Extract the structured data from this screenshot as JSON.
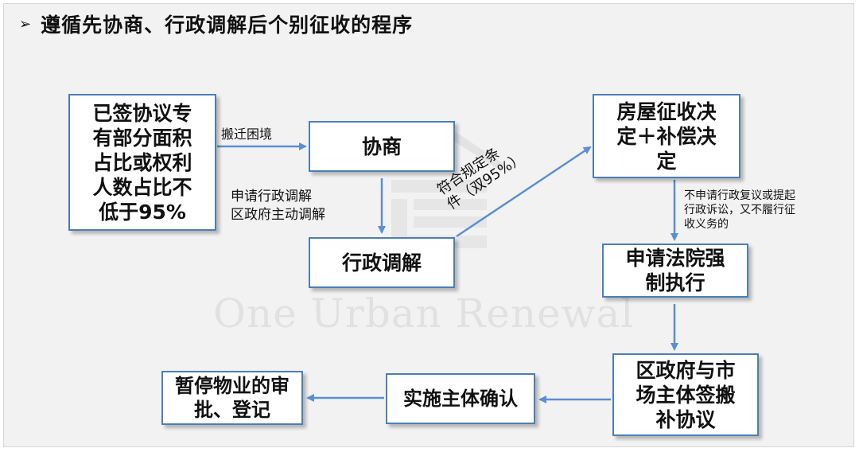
{
  "title": {
    "bullet": "➢",
    "text": "遵循先协商、行政调解后个别征收的程序"
  },
  "watermark": {
    "text": "One Urban Renewal"
  },
  "boxes": {
    "precondition": [
      "已签协议专",
      "有部分面积",
      "占比或权利",
      "人数占比不",
      "低于95%"
    ],
    "negotiation": "协商",
    "admin_mediation": "行政调解",
    "decision": [
      "房屋征收决",
      "定＋补偿决",
      "定"
    ],
    "court": [
      "申请法院强",
      "制执行"
    ],
    "district_agreement": [
      "区政府与市",
      "场主体签搬",
      "补协议"
    ],
    "implementer_confirm": "实施主体确认",
    "suspend": [
      "暂停物业的审",
      "批、登记"
    ]
  },
  "labels": {
    "relocation_difficulty": "搬迁困境",
    "apply_mediation": [
      "申请行政调解",
      "区政府主动调解"
    ],
    "meets_conditions": [
      "符合规定条",
      "件（双95%）"
    ],
    "no_review": [
      "不申请行政复议或提起",
      "行政诉讼，又不履行征",
      "收义务的"
    ]
  },
  "colors": {
    "box_border": "#4a7ebb",
    "arrow": "#5b8fd0",
    "background": "#f2f2f2"
  }
}
